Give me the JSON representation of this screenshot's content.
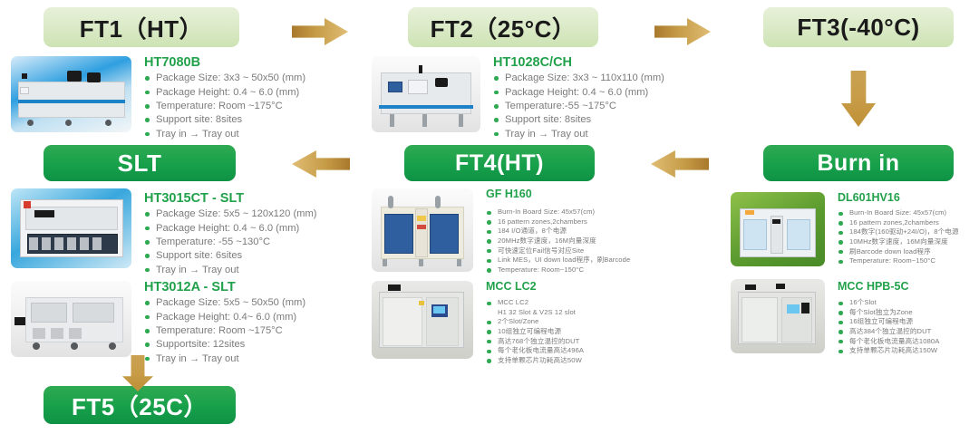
{
  "diagram": {
    "title": "Test flow equipment overview"
  },
  "stages": [
    {
      "id": "ft1",
      "label": "FT1（HT）",
      "style": "light"
    },
    {
      "id": "ft2",
      "label": "FT2（25°C）",
      "style": "light"
    },
    {
      "id": "ft3",
      "label": "FT3(-40°C)",
      "style": "light"
    },
    {
      "id": "burn",
      "label": "Burn in",
      "style": "green"
    },
    {
      "id": "ft4",
      "label": "FT4(HT)",
      "style": "green"
    },
    {
      "id": "slt",
      "label": "SLT",
      "style": "green"
    },
    {
      "id": "ft5",
      "label": "FT5（25C）",
      "style": "green"
    }
  ],
  "arrows": [
    {
      "id": "ft1-to-ft2",
      "direction": "right"
    },
    {
      "id": "ft2-to-ft3",
      "direction": "right"
    },
    {
      "id": "ft3-to-burnin",
      "direction": "down"
    },
    {
      "id": "burnin-to-ft4",
      "direction": "left"
    },
    {
      "id": "ft4-to-slt",
      "direction": "left"
    },
    {
      "id": "slt-to-ft5",
      "direction": "down"
    }
  ],
  "equipment": {
    "ht7080b": {
      "title": "HT7080B",
      "specs": [
        "Package Size: 3x3 ~ 50x50 (mm)",
        "Package Height: 0.4 ~ 6.0 (mm)",
        "Temperature: Room ~175°C",
        "Support site: 8sites",
        "Tray in → Tray out"
      ]
    },
    "ht1028c": {
      "title": "HT1028C/CH",
      "specs": [
        "Package Size: 3x3 ~ 110x110 (mm)",
        "Package Height: 0.4 ~ 6.0 (mm)",
        "Temperature:-55 ~175°C",
        "Support site: 8sites",
        "Tray in → Tray out"
      ]
    },
    "dl601hv16": {
      "title": "DL601HV16",
      "specs": [
        "Burn-In Board Size: 45x57(cm)",
        "16 pattern zones,2chambers",
        "184数字(160驱动+24I/O)，8个电源",
        "10MHz数字速度，16M向量深度",
        "刷Barcode down load程序",
        "Temperature: Room~150°C"
      ]
    },
    "mcc_hpb5c": {
      "title": "MCC HPB-5C",
      "specs": [
        "16个Slot",
        "每个Slot独立为Zone",
        "16组独立可编程电源",
        "高达384个独立温控的DUT",
        "每个老化板电流量高达1080A",
        "支持单颗芯片功耗高达150W"
      ]
    },
    "gf_h160": {
      "title": "GF H160",
      "specs": [
        "Burn-In Board Size: 45x57(cm)",
        "16 pattern zones,2chambers",
        "184 I/O通道，8个电源",
        "20MHz数字速度，16M向量深度",
        "可快速定位Fail信号对应Site",
        "Link MES，UI down load程序，刷Barcode",
        "Temperature: Room~150°C"
      ]
    },
    "mcc_lc2": {
      "title": "MCC LC2",
      "specs": [
        "MCC LC2",
        "H1 32 Slot & V2S 12 slot",
        "2个Slot/Zone",
        "10组独立可编程电源",
        "高达768个独立温控的DUT",
        "每个老化板电流量高达496A",
        "支持单颗芯片功耗高达50W"
      ],
      "continuation_index": 1
    },
    "ht3015ct": {
      "title": "HT3015CT - SLT",
      "specs": [
        "Package Size: 5x5 ~ 120x120 (mm)",
        "Package Height: 0.4 ~ 6.0 (mm)",
        "Temperature: -55 ~130°C",
        "Support site: 6sites",
        "Tray in → Tray out"
      ]
    },
    "ht3012a": {
      "title": "HT3012A - SLT",
      "specs": [
        "Package Size: 5x5 ~ 50x50 (mm)",
        "Package Height: 0.4~ 6.0 (mm)",
        "Temperature: Room ~175°C",
        "Supportsite: 12sites",
        "Tray in → Tray out"
      ]
    }
  },
  "colors": {
    "green_header": "#17a04a",
    "light_header": "#dcebc9",
    "title_green": "#22a14b",
    "spec_grey": "#7b7b7b",
    "arrow_gold": "#c49a45"
  }
}
